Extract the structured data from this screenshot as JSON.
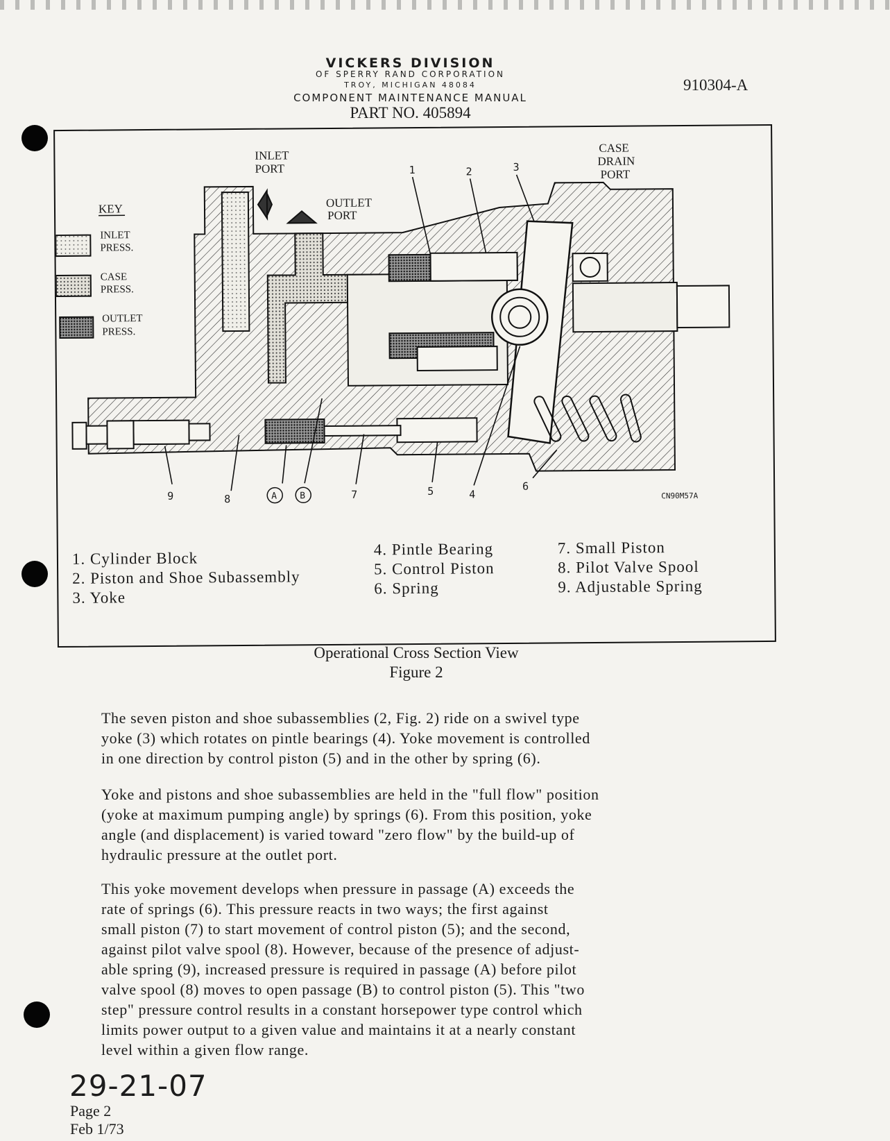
{
  "header": {
    "company": "VICKERS DIVISION",
    "corporation": "OF SPERRY RAND CORPORATION",
    "address": "TROY, MICHIGAN 48084",
    "manual": "COMPONENT MAINTENANCE MANUAL",
    "part_no": "PART NO. 405894",
    "doc_number": "910304-A"
  },
  "figure": {
    "labels": {
      "inlet_port": [
        "INLET",
        "PORT"
      ],
      "outlet_port": [
        "OUTLET",
        "PORT"
      ],
      "case_drain": [
        "CASE",
        "DRAIN",
        "PORT"
      ],
      "drawing_code": "CN90M57A"
    },
    "key": {
      "title": "KEY",
      "entries": [
        {
          "lines": [
            "INLET",
            "PRESS."
          ],
          "pattern": "light-dot"
        },
        {
          "lines": [
            "CASE",
            "PRESS."
          ],
          "pattern": "medium-dot"
        },
        {
          "lines": [
            "OUTLET",
            "PRESS."
          ],
          "pattern": "dense-dot"
        }
      ]
    },
    "callouts": [
      "1",
      "2",
      "3",
      "4",
      "5",
      "6",
      "7",
      "8",
      "9",
      "A",
      "B"
    ],
    "legend": [
      "1.  Cylinder Block",
      "2.  Piston and Shoe Subassembly",
      "3.  Yoke",
      "4.  Pintle Bearing",
      "5.  Control Piston",
      "6.  Spring",
      "7.  Small Piston",
      "8.  Pilot Valve Spool",
      "9.  Adjustable Spring"
    ],
    "caption_title": "Operational Cross Section View",
    "caption_number": "Figure 2"
  },
  "body": {
    "paragraphs": [
      [
        "The seven piston and shoe subassemblies (2, Fig. 2) ride on a swivel type",
        "yoke (3) which rotates on pintle bearings (4).  Yoke movement is controlled",
        "in one direction by control piston (5) and in the other by spring (6)."
      ],
      [
        "Yoke and pistons and shoe subassemblies are held in the \"full flow\" position",
        "(yoke at maximum pumping angle) by springs (6).  From this position, yoke",
        "angle (and displacement) is varied toward \"zero flow\" by the build-up of",
        "hydraulic pressure at the outlet port."
      ],
      [
        "This yoke movement develops when pressure in passage (A) exceeds the",
        "rate of springs (6).  This pressure reacts in two ways; the first against",
        "small piston (7) to start movement of control piston (5); and the second,",
        "against pilot valve spool (8).  However, because of the presence of adjust-",
        "able spring (9), increased pressure is required in passage (A) before pilot",
        "valve spool (8) moves to open passage (B) to control piston (5).  This \"two",
        "step\" pressure control results in a constant horsepower type control which",
        "limits power output to a given value and maintains it at a nearly constant",
        "level within a given flow range."
      ]
    ]
  },
  "footer": {
    "ata_code": "29-21-07",
    "page": "Page 2",
    "date": "Feb 1/73"
  }
}
